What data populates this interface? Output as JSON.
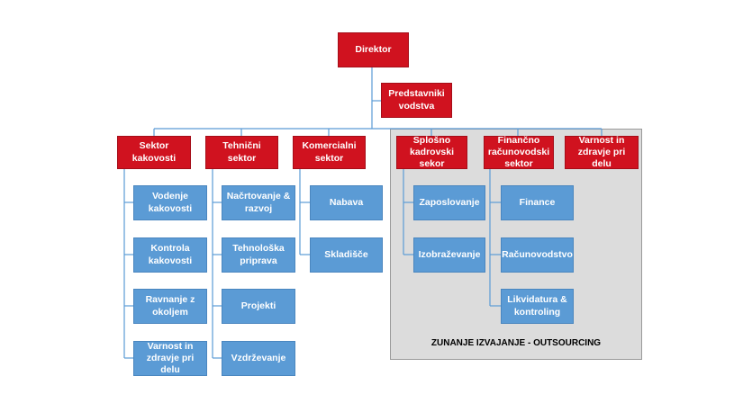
{
  "director": "Direktor",
  "representatives": "Predstavniki\nvodstva",
  "sectors": {
    "quality": "Sektor  kakovosti",
    "technical": "Tehnični sektor",
    "commercial": "Komercialni\nsektor",
    "general": "Splošno\nkadrovski sekor",
    "finance": "Finančno\nračunovodski\nsektor",
    "safety": "Varnost in\nzdravje pri delu"
  },
  "quality_units": [
    "Vodenje\nkakovosti",
    "Kontrola\nkakovosti",
    "Ravnanje z\nokoljem",
    "Varnost in\nzdravje pri delu"
  ],
  "technical_units": [
    "Načrtovanje &\nrazvoj",
    "Tehnološka\npriprava",
    "Projekti",
    "Vzdrževanje"
  ],
  "commercial_units": [
    "Nabava",
    "Skladišče"
  ],
  "general_units": [
    "Zaposlovanje",
    "Izobraževanje"
  ],
  "finance_units": [
    "Finance",
    "Računovodstvo",
    "Likvidatura &\nkontroling"
  ],
  "outsourcing_label": "ZUNANJE IZVAJANJE - OUTSOURCING",
  "colors": {
    "header": "#d0121f",
    "unit": "#5b9bd5",
    "connector": "#5b9bd5",
    "outsourcing_bg": "#dcdcdc"
  }
}
